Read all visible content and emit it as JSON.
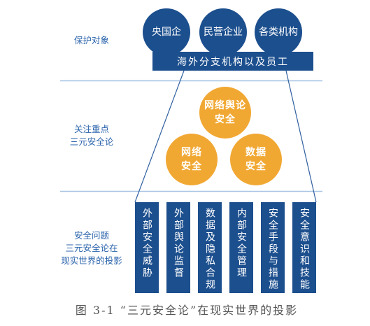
{
  "protection_target": {
    "label": "保护对象",
    "entities": [
      "央国企",
      "民营企业",
      "各类机构"
    ],
    "base": "海外分支机构以及员工"
  },
  "focus": {
    "label_lines": [
      "关注重点",
      "三元安全论"
    ],
    "circles": [
      {
        "lines": [
          "网络舆论",
          "安全"
        ]
      },
      {
        "lines": [
          "网络",
          "安全"
        ]
      },
      {
        "lines": [
          "数据",
          "安全"
        ]
      }
    ]
  },
  "issues": {
    "label_lines": [
      "安全问题",
      "三元安全论在",
      "现实世界的投影"
    ],
    "pillars": [
      "外部安全威胁",
      "外部舆论监督",
      "数据及隐私合规",
      "内部安全管理",
      "安全手段与措施",
      "安全意识和技能"
    ]
  },
  "caption": "图 3-1 “三元安全论”在现实世界的投影",
  "colors": {
    "blue": "#1c4f8e",
    "orange": "#f1a833",
    "label_text": "#2a63ab",
    "divider": "#a6c3e3",
    "funnel": "#2f5f9f",
    "caption_text": "#555555"
  }
}
